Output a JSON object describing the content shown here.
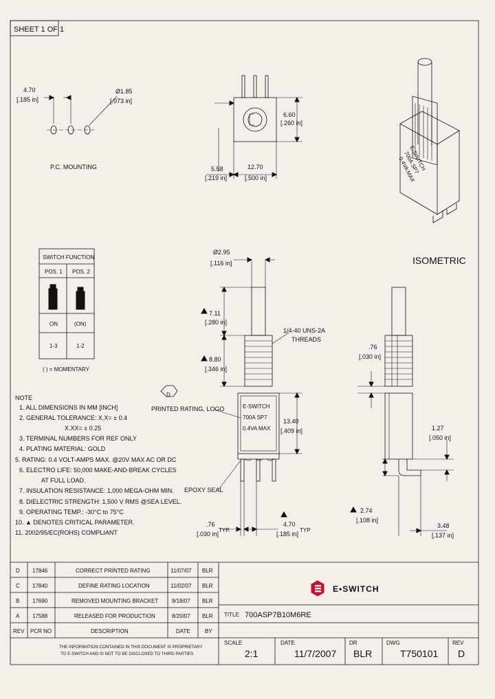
{
  "sheet": {
    "label": "SHEET 1 OF 1"
  },
  "pc_mounting": {
    "title": "P.C. MOUNTING",
    "spacing_mm": "4.70",
    "spacing_in": "[.185 in]",
    "hole_dia_mm": "Ø1.85",
    "hole_dia_in": "[.073 in]"
  },
  "top_view": {
    "height_mm": "6.60",
    "height_in": "[.260 in]",
    "offset_mm": "5.58",
    "offset_in": "[.219 in]",
    "width_mm": "12.70",
    "width_in": "[.500 in]"
  },
  "switch_function": {
    "title": "SWITCH FUNCTION",
    "positions": [
      "POS. 1",
      "POS. 2"
    ],
    "states": [
      "ON",
      "(ON)"
    ],
    "terminals": [
      "1-3",
      "1-2"
    ],
    "legend": "( ) = MOMENTARY"
  },
  "isometric": {
    "label": "ISOMETRIC"
  },
  "front_view": {
    "actuator_dia_mm": "Ø2.95",
    "actuator_dia_in": "[.116 in]",
    "actuator_len_mm": "7.11",
    "actuator_len_in": "[.280 in]",
    "bushing_len_mm": "8.80",
    "bushing_len_in": "[.346 in]",
    "thread_label_1": "1/4-40 UNS-2A",
    "thread_label_2": "THREADS",
    "printed_rating_label": "PRINTED RATING, LOGO",
    "body_text": [
      "E-SWITCH",
      "700A SP7",
      "0.4VA MAX"
    ],
    "body_height_mm": "13.40",
    "body_height_in": "[.409 in]",
    "epoxy_label": "EPOXY SEAL",
    "terminal_width_mm": ".76",
    "terminal_width_in": "[.030 in]",
    "typ": "TYP.",
    "terminal_spacing_mm": "4.70",
    "terminal_spacing_in": "[.185 in]",
    "typ2": "TYP"
  },
  "side_view": {
    "thickness_mm": ".76",
    "thickness_in": "[.030 in]",
    "bend_mm": "1.27",
    "bend_in": "[.050 in]",
    "bend_height_mm": "2.74",
    "bend_height_in": "[.108 in]",
    "foot_mm": "3.48",
    "foot_in": "[.137 in]"
  },
  "notes": {
    "title": "NOTE",
    "items": [
      "1. ALL DIMENSIONS IN MM [INCH]",
      "2. GENERAL TOLERANCE: X.X= ± 0.4",
      "X.XX= ± 0.25",
      "3. TERMINAL NUMBERS FOR REF ONLY",
      "4. PLATING MATERIAL: GOLD",
      "5. RATING: 0.4 VOLT-AMPS MAX. @20V MAX AC OR DC",
      "6. ELECTRO LIFE: 50,000 MAKE-AND-BREAK CYCLES",
      "AT FULL LOAD.",
      "7. INSULATION RESISTANCE: 1,000 MEGA-OHM MIN.",
      "8. DIELECTRIC STRENGTH: 1,500 V RMS @SEA LEVEL.",
      "9. OPERATING TEMP.: -30°C to 75°C",
      "10. ▲ DENOTES CRITICAL PARAMETER.",
      "11. 2002/95/EC(ROHS) COMPLIANT"
    ]
  },
  "revisions": {
    "rows": [
      {
        "rev": "D",
        "pcr": "17846",
        "desc": "CORRECT PRINTED RATING",
        "date": "11/07/07",
        "by": "BLR"
      },
      {
        "rev": "C",
        "pcr": "17840",
        "desc": "DEFINE RATING LOCATION",
        "date": "11/02/07",
        "by": "BLR"
      },
      {
        "rev": "B",
        "pcr": "17690",
        "desc": "REMOVED MOUNTING BRACKET",
        "date": "9/18/07",
        "by": "BLR"
      },
      {
        "rev": "A",
        "pcr": "17588",
        "desc": "RELEASED FOR PRODUCTION",
        "date": "8/20/07",
        "by": "BLR"
      }
    ],
    "headers": {
      "rev": "REV",
      "pcr": "PCR NO",
      "desc": "DESCRIPTION",
      "date": "DATE",
      "by": "BY"
    }
  },
  "proprietary": {
    "line1": "THE INFORMATION CONTAINED IN THIS DOCUMENT IS PROPRIETARY",
    "line2": "TO E-SWITCH AND IS NOT TO BE DISCLOSED TO THIRD PARTIES"
  },
  "title_block": {
    "brand": "E•SWITCH",
    "title_label": "TITLE",
    "title": "700ASP7B10M6RE",
    "scale_label": "SCALE",
    "scale": "2:1",
    "date_label": "DATE",
    "date": "11/7/2007",
    "dr_label": "DR",
    "dr": "BLR",
    "dwg_label": "DWG",
    "dwg": "T750101",
    "rev_label": "REV",
    "rev": "D"
  },
  "colors": {
    "paper": "#f3f0ea",
    "ink": "#111111",
    "brand_red": "#c8102e"
  }
}
